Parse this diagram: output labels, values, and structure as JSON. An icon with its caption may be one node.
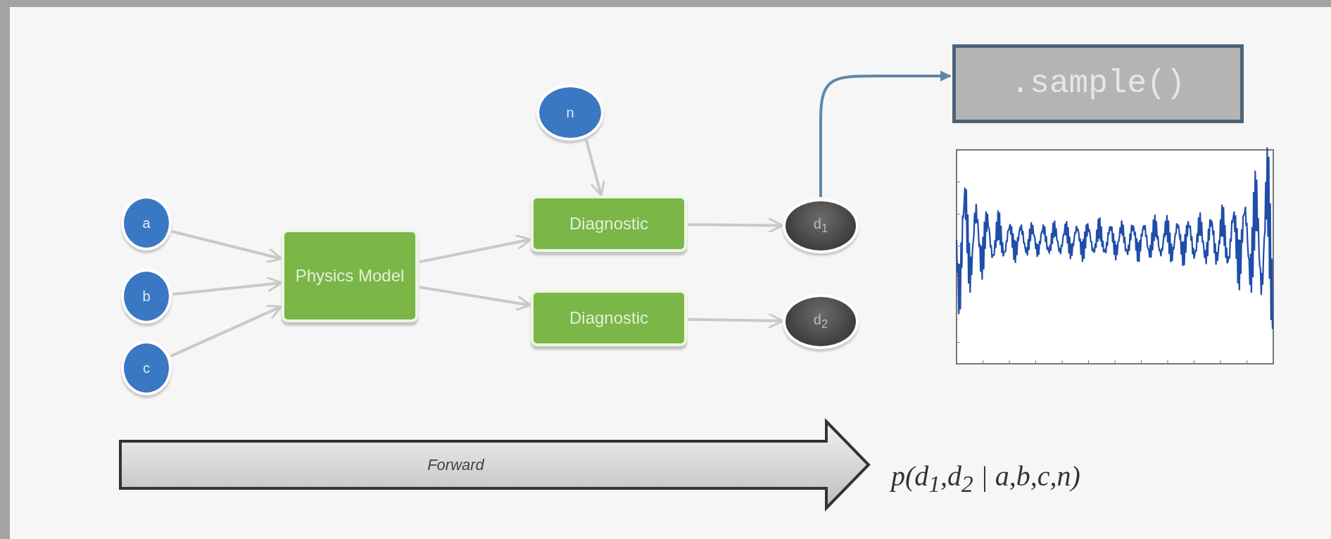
{
  "diagram": {
    "nodes": [
      {
        "text": [
          "a"
        ]
      },
      {
        "text": [
          "b"
        ]
      },
      {
        "text": [
          "c"
        ]
      },
      {
        "text": [
          "n"
        ]
      },
      {
        "text": [
          "Physics Model"
        ]
      },
      {
        "text": [
          "Diagnostic"
        ]
      },
      {
        "text": [
          "Diagnostic"
        ]
      },
      {
        "text": [
          "d$_{1}$"
        ]
      },
      {
        "text": [
          "d$_{2}$"
        ]
      },
      {
        "text": [
          ".sample()"
        ]
      },
      {
        "text": [
          "Forward"
        ]
      }
    ],
    "edges": [
      {
        "from": 0,
        "to": 4,
        "arrow": "to"
      },
      {
        "from": 1,
        "to": 4,
        "arrow": "to"
      },
      {
        "from": 2,
        "to": 4,
        "arrow": "to"
      },
      {
        "from": 3,
        "to": 5,
        "arrow": "to"
      },
      {
        "from": 4,
        "to": 5,
        "arrow": "to"
      },
      {
        "from": 4,
        "to": 6,
        "arrow": "to"
      },
      {
        "from": 5,
        "to": 7,
        "arrow": "to"
      },
      {
        "from": 6,
        "to": 8,
        "arrow": "to"
      },
      {
        "from": 7,
        "to": 9,
        "arrow": "to",
        "color": "#5f87a8"
      }
    ],
    "labels": [
      "p(d$_{1}$,d$_{2}$ | a,b,c,n)"
    ]
  }
}
